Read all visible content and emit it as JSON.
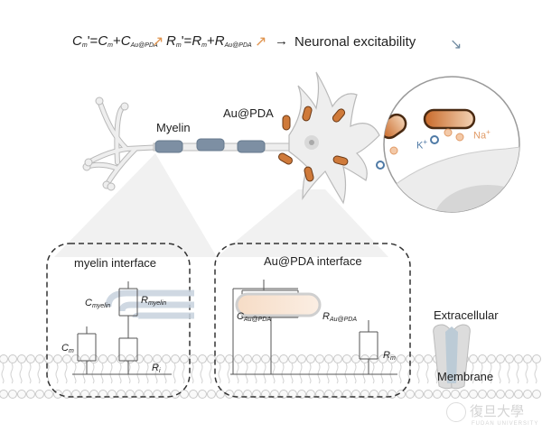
{
  "equation": {
    "cm_prime": "C",
    "cm_prime_sub": "m",
    "cm_prime_mark": "'=",
    "cm": "C",
    "cm_sub": "m",
    "plus1": "+",
    "cau": "C",
    "cau_sub": "Au@PDA",
    "rm_prime": "R",
    "rm_prime_sub": "m",
    "rm_prime_mark": "'=",
    "rm": "R",
    "rm_sub": "m",
    "plus2": "+",
    "rau": "R",
    "rau_sub": "Au@PDA",
    "arrow": "→",
    "result": "Neuronal excitability",
    "up_arrow_color": "#e0944f",
    "down_arrow_color": "#6f8aa0"
  },
  "neuron": {
    "myelin_label": "Myelin",
    "nanoparticle_label": "Au@PDA",
    "myelin_color": "#7d8fa3",
    "cell_color": "#eeeeee",
    "nanoparticle_color": "#cf7a3a"
  },
  "inset": {
    "k_label": "K",
    "k_charge": "+",
    "na_label": "Na",
    "na_charge": "+",
    "k_color": "#4f7aa6",
    "na_color": "#e09a66"
  },
  "panels": {
    "myelin": {
      "title": "myelin interface",
      "c_myelin": "C",
      "c_myelin_sub": "myelin",
      "r_myelin": "R",
      "r_myelin_sub": "myelin",
      "cm": "C",
      "cm_sub": "m",
      "ri": "R",
      "ri_sub": "i"
    },
    "aupda": {
      "title": "Au@PDA interface",
      "c_au": "C",
      "c_au_sub": "Au@PDA",
      "r_au": "R",
      "r_au_sub": "Au@PDA",
      "rm": "R",
      "rm_sub": "m"
    }
  },
  "labels": {
    "extracellular": "Extracellular",
    "membrane": "Membrane"
  },
  "watermark": {
    "text": "復旦大學",
    "subtext": "FUDAN UNIVERSITY"
  }
}
